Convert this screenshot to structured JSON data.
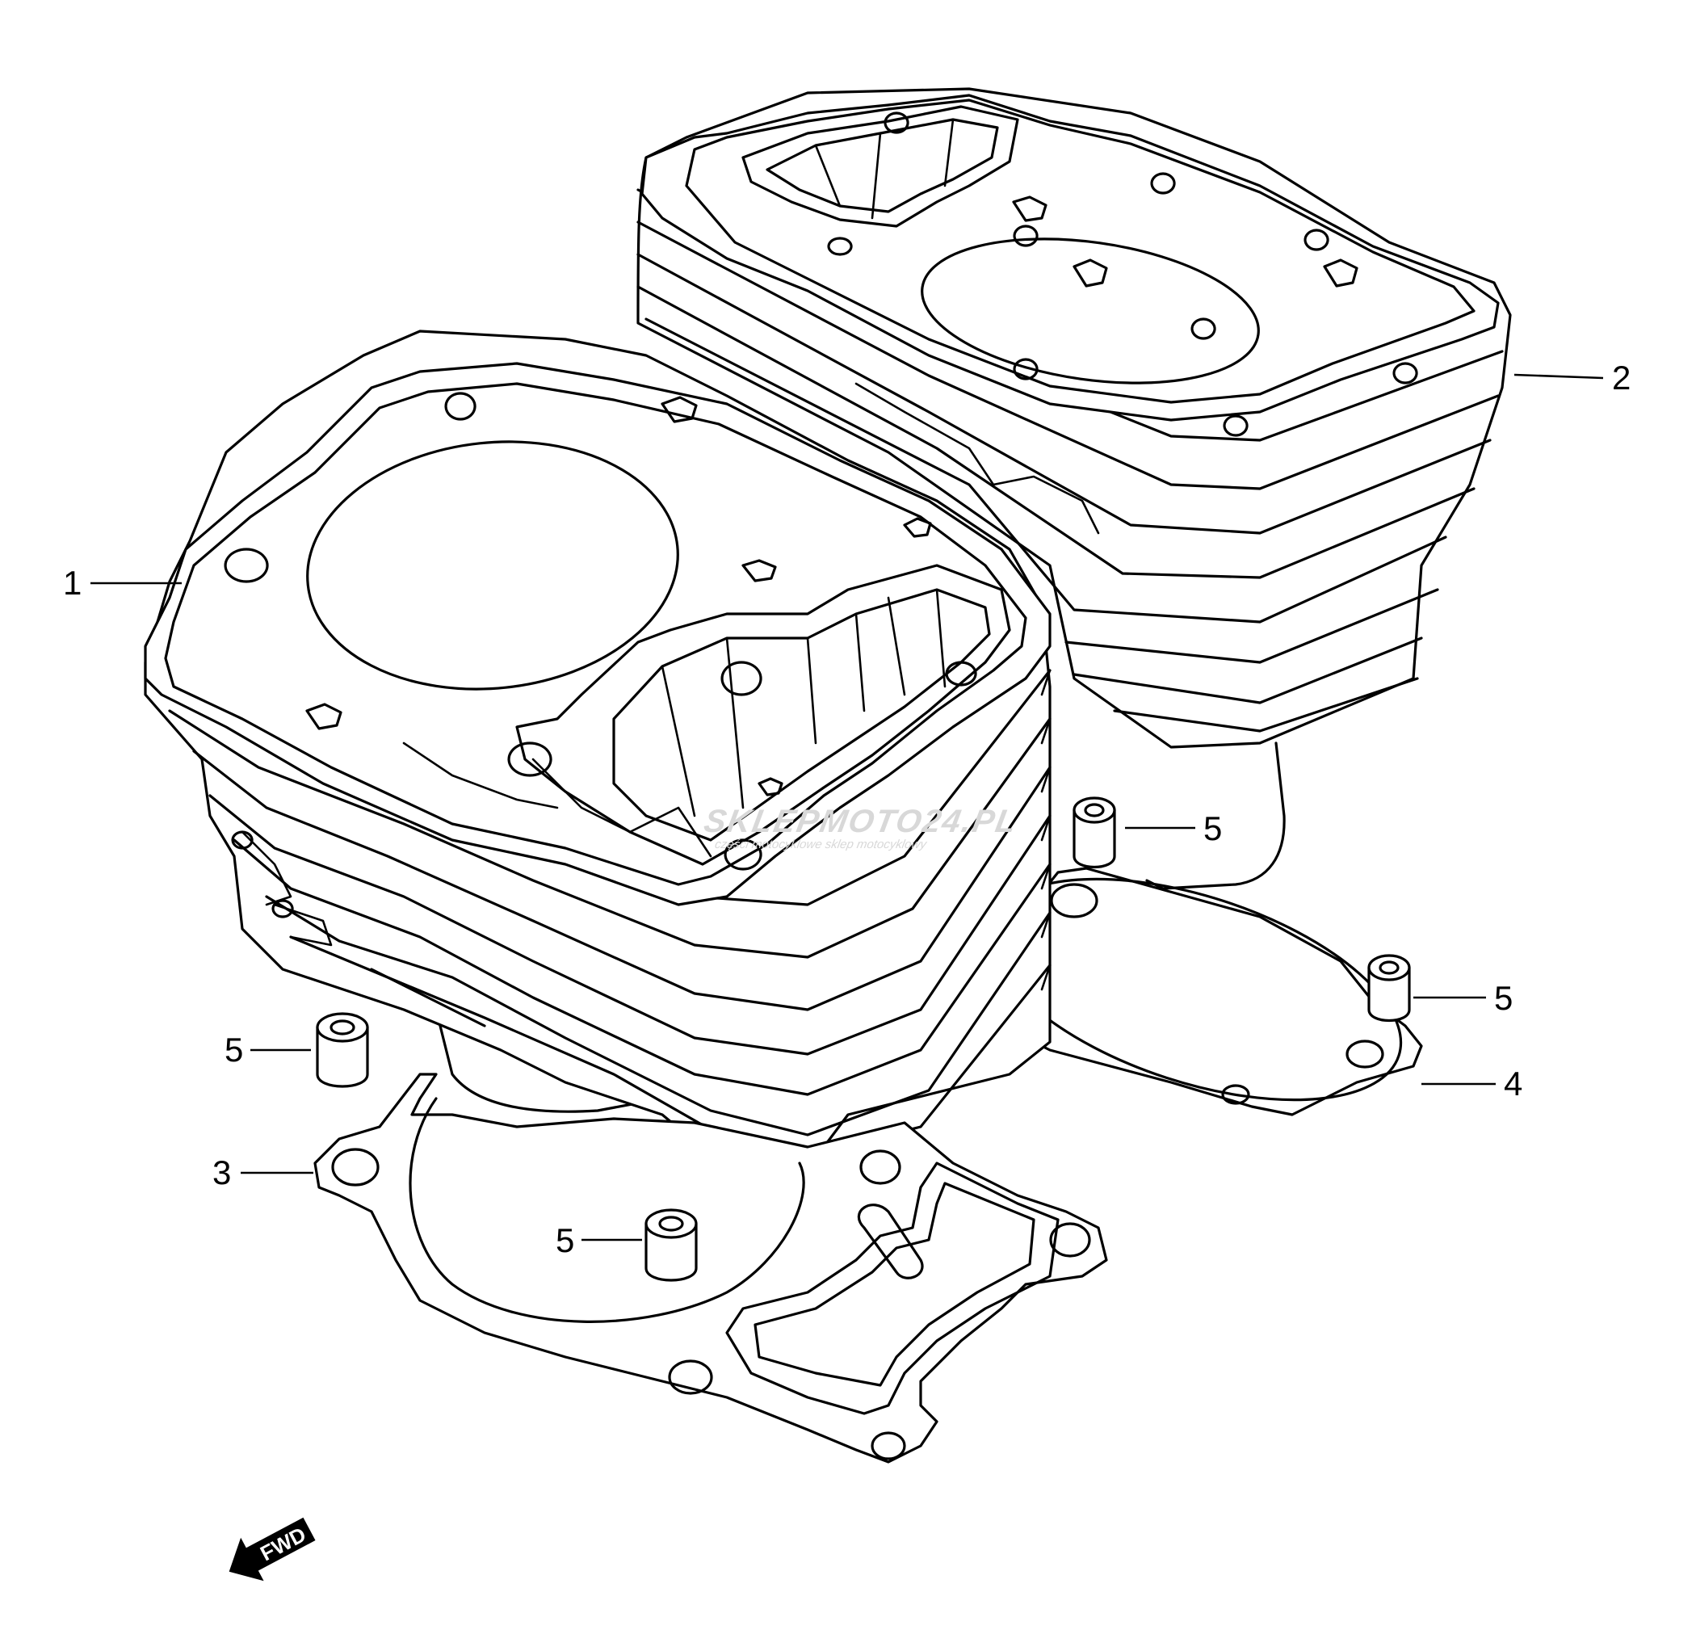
{
  "callouts": {
    "c1": "1",
    "c2": "2",
    "c3": "3",
    "c4": "4",
    "c5a": "5",
    "c5b": "5",
    "c5c": "5",
    "c5d": "5"
  },
  "watermark": {
    "text": "SKLEPMOTO24.PL",
    "subtitle": "części motocyklowe sklep motocyklowy"
  },
  "fwd_label": "FWD",
  "colors": {
    "line": "#000000",
    "background": "#ffffff",
    "watermark": "#d8d8d8"
  }
}
